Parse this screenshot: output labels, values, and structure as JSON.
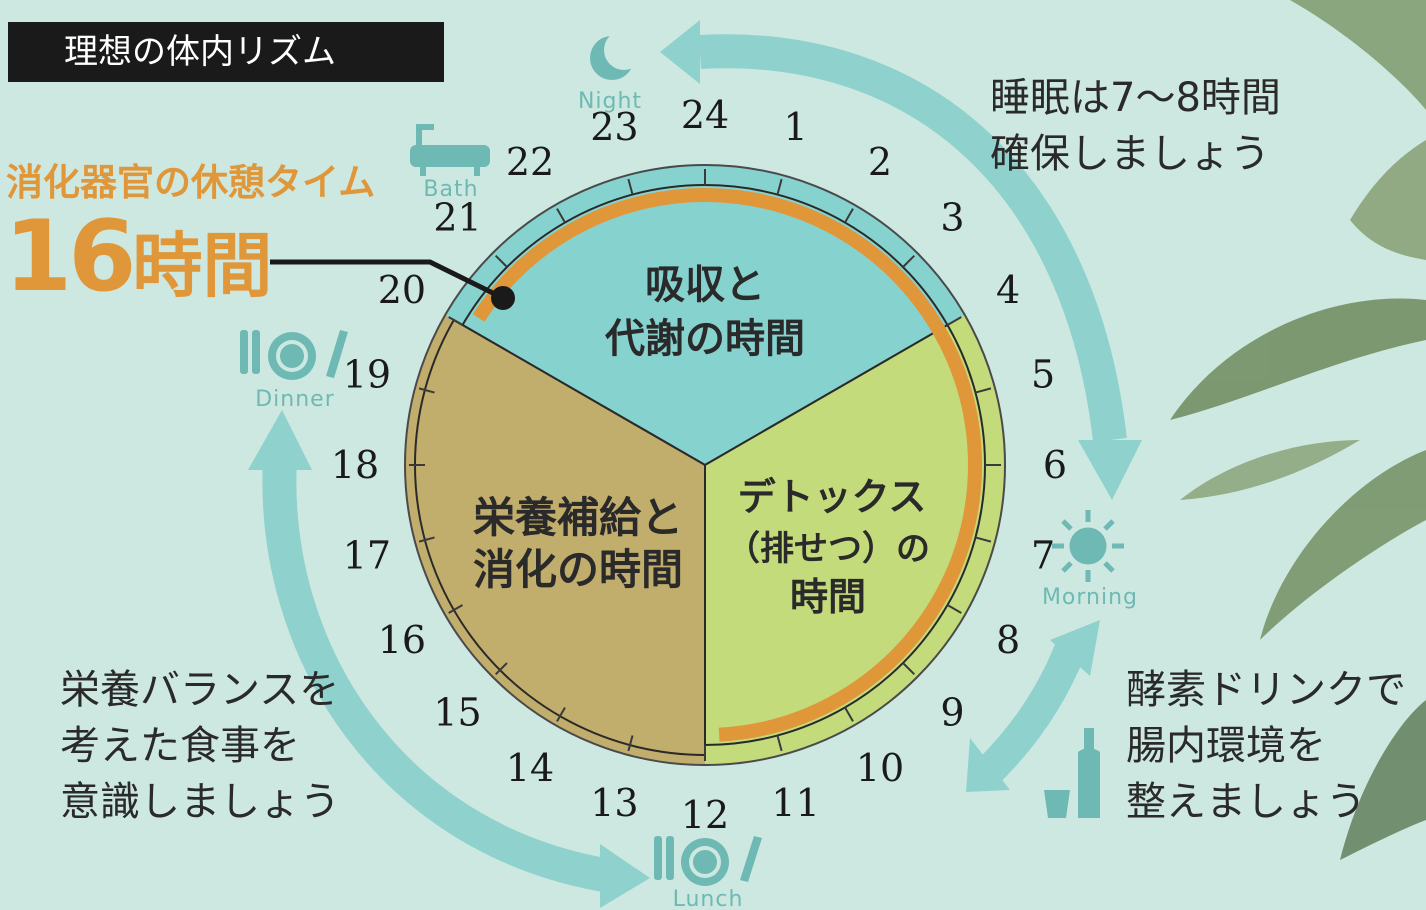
{
  "title": "理想の体内リズム",
  "rest": {
    "label": "消化器官の休憩タイム",
    "hours_number": "16",
    "hours_unit": "時間"
  },
  "clock": {
    "hour_labels": [
      "24",
      "1",
      "2",
      "3",
      "4",
      "5",
      "6",
      "7",
      "8",
      "9",
      "10",
      "11",
      "12",
      "13",
      "14",
      "15",
      "16",
      "17",
      "18",
      "19",
      "20",
      "21",
      "22",
      "23"
    ],
    "segments": [
      {
        "id": "absorption",
        "lines": [
          "吸収と",
          "代謝の時間"
        ],
        "color": "#86d2cf"
      },
      {
        "id": "detox",
        "lines": [
          "デトックス",
          "（排せつ）の",
          "時間"
        ],
        "color": "#c4db7b"
      },
      {
        "id": "nutrition",
        "lines": [
          "栄養補給と",
          "消化の時間"
        ],
        "color": "#c2ae6c"
      }
    ],
    "colors": {
      "orange": "#e0973a",
      "outer_blue": "#86d2cf",
      "outer_green": "#c4db7b"
    }
  },
  "icons": {
    "night": "Night",
    "bath": "Bath",
    "dinner": "Dinner",
    "morning": "Morning",
    "lunch": "Lunch"
  },
  "notes": {
    "sleep": [
      "睡眠は7〜8時間",
      "確保しましょう"
    ],
    "meal": [
      "栄養バランスを",
      "考えた食事を",
      "意識しましょう"
    ],
    "enzyme": [
      "酵素ドリンクで",
      "腸内環境を",
      "整えましょう"
    ]
  },
  "palette": {
    "background": "#cde8e1",
    "arrow": "#8fd1cc",
    "accent": "#e0973a",
    "icon": "#6fb9b4"
  }
}
